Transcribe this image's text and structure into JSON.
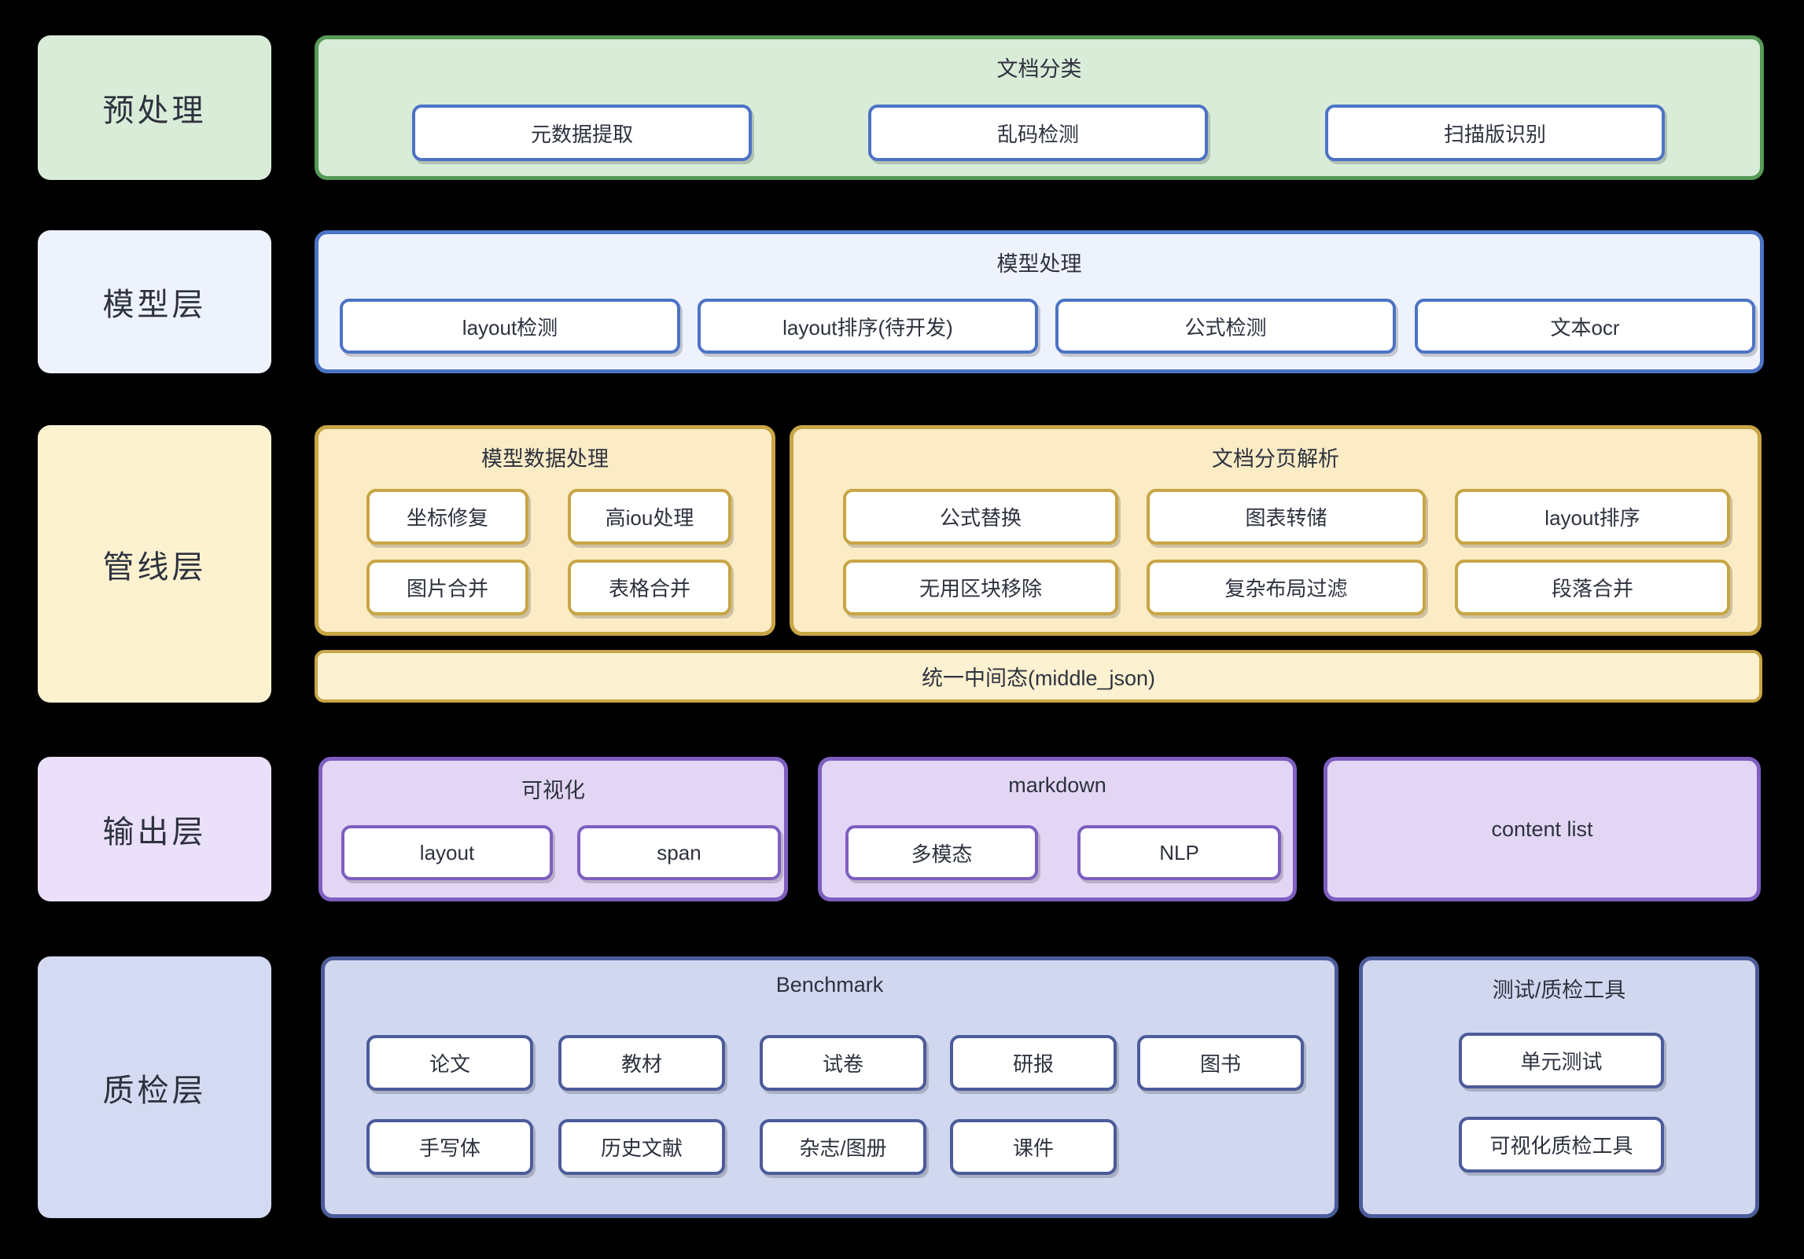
{
  "diagram_title": "document-parsing-pipeline-architecture",
  "colors": {
    "background": "#000000",
    "text": "#2d323e",
    "green_fill": "#d9ecd8",
    "green_border": "#579a58",
    "blue_fill": "#eef2fc",
    "blue_border": "#4c73c5",
    "yellow_fill": "#fbecc6",
    "yellow_light": "#fdf2d0",
    "yellow_border": "#c8a545",
    "purple_fill": "#e3d6f5",
    "purple_light": "#ebe0fa",
    "purple_border": "#7e5fc0",
    "periwinkle_fill": "#d0d7ef",
    "periwinkle_light": "#d4daf1",
    "periwinkle_border": "#4c5b99",
    "node_fill": "#ffffff"
  },
  "rows": [
    {
      "label": "预处理",
      "containers": [
        {
          "title": "文档分类",
          "items": [
            "元数据提取",
            "乱码检测",
            "扫描版识别"
          ]
        }
      ]
    },
    {
      "label": "模型层",
      "containers": [
        {
          "title": "模型处理",
          "items": [
            "layout检测",
            "layout排序(待开发)",
            "公式检测",
            "文本ocr"
          ]
        }
      ]
    },
    {
      "label": "管线层",
      "containers": [
        {
          "title": "模型数据处理",
          "items": [
            "坐标修复",
            "高iou处理",
            "图片合并",
            "表格合并"
          ]
        },
        {
          "title": "文档分页解析",
          "items": [
            "公式替换",
            "图表转储",
            "layout排序",
            "无用区块移除",
            "复杂布局过滤",
            "段落合并"
          ]
        }
      ],
      "bar": "统一中间态(middle_json)"
    },
    {
      "label": "输出层",
      "containers": [
        {
          "title": "可视化",
          "items": [
            "layout",
            "span"
          ]
        },
        {
          "title": "markdown",
          "items": [
            "多模态",
            "NLP"
          ]
        },
        {
          "title": "content list",
          "items": []
        }
      ]
    },
    {
      "label": "质检层",
      "containers": [
        {
          "title": "Benchmark",
          "items": [
            "论文",
            "教材",
            "试卷",
            "研报",
            "图书",
            "手写体",
            "历史文献",
            "杂志/图册",
            "课件"
          ]
        },
        {
          "title": "测试/质检工具",
          "items": [
            "单元测试",
            "可视化质检工具"
          ]
        }
      ]
    }
  ]
}
